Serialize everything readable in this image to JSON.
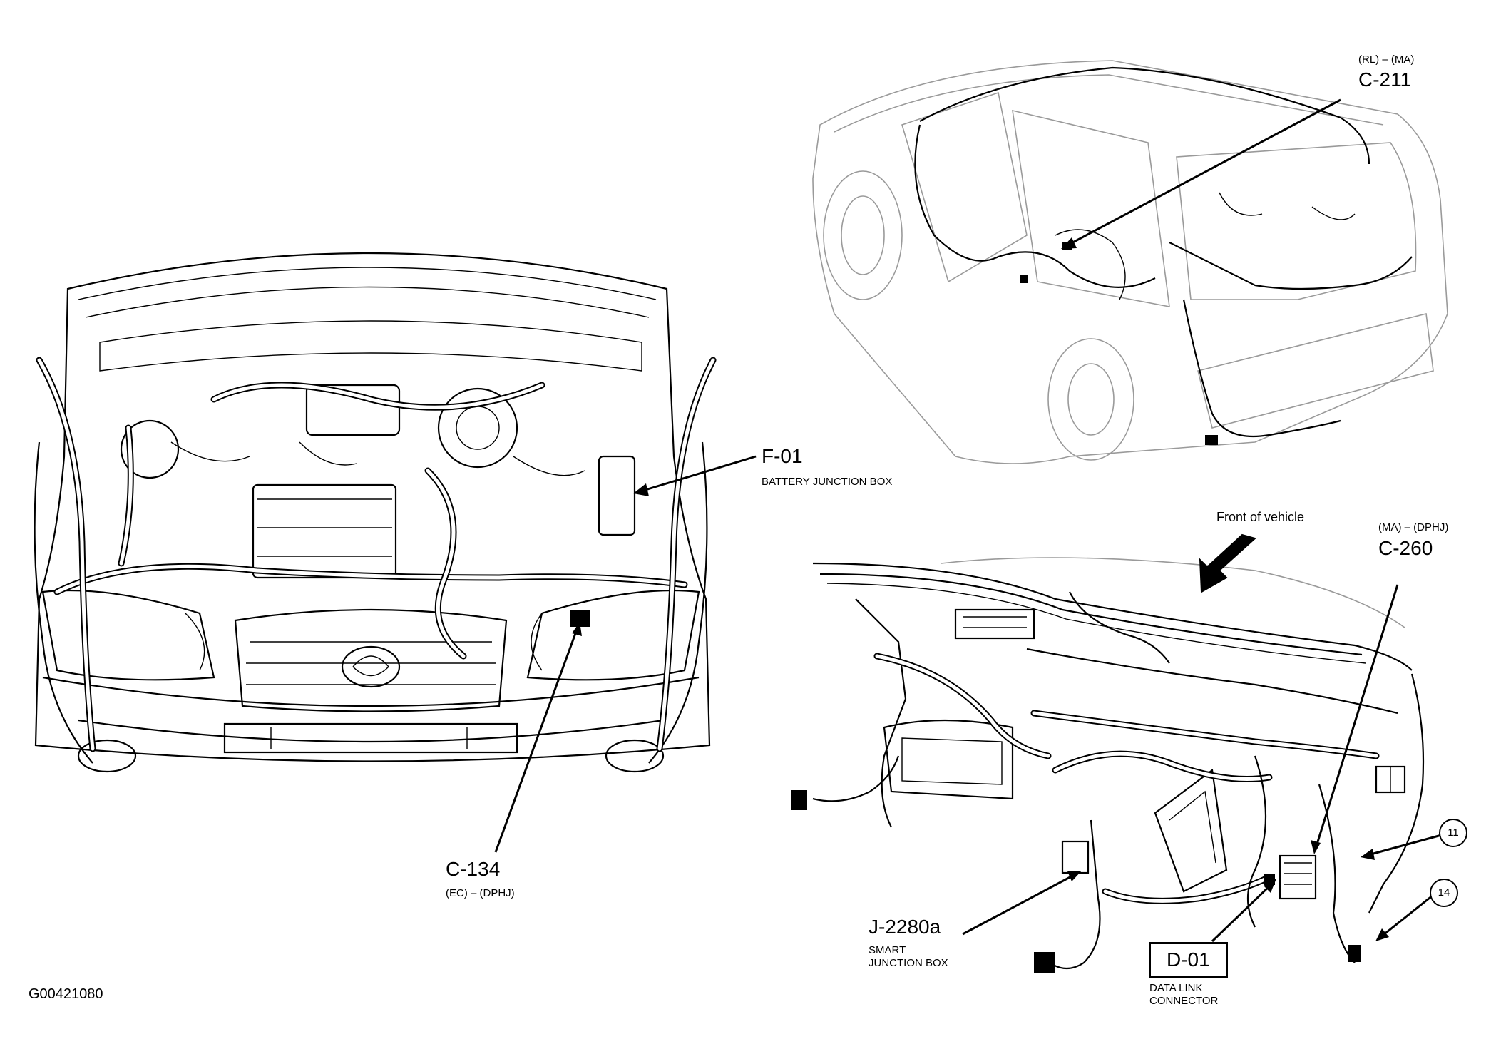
{
  "figure_id": "G00421080",
  "views": {
    "engine_bay": {
      "callouts": [
        {
          "code": "F-01",
          "desc": "BATTERY JUNCTION BOX"
        },
        {
          "code": "C-134",
          "desc": "(EC) – (DPHJ)"
        }
      ]
    },
    "rear_body": {
      "callouts": [
        {
          "code": "C-211",
          "desc": "(RL) – (MA)"
        }
      ]
    },
    "instrument_panel": {
      "direction_note": "Front of vehicle",
      "callouts": [
        {
          "code": "C-260",
          "desc": "(MA) – (DPHJ)"
        },
        {
          "code": "J-2280a",
          "desc_line1": "SMART",
          "desc_line2": "JUNCTION BOX"
        },
        {
          "code": "D-01",
          "desc_line1": "DATA LINK",
          "desc_line2": "CONNECTOR"
        }
      ],
      "numbered_markers": [
        "11",
        "14"
      ]
    }
  }
}
